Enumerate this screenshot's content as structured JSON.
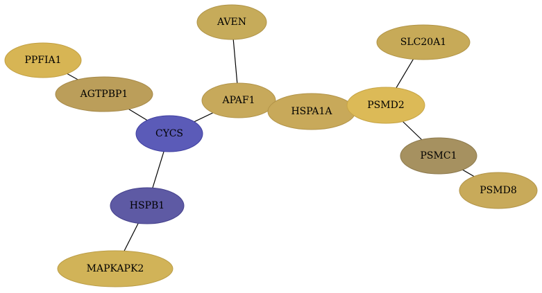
{
  "network": {
    "nodes": [
      {
        "id": "aven",
        "label": "AVEN",
        "color": "#c6ab5a",
        "stroke": "#b09448"
      },
      {
        "id": "ppfia1",
        "label": "PPFIA1",
        "color": "#d7b554",
        "stroke": "#c19f42"
      },
      {
        "id": "agtpbp1",
        "label": "AGTPBP1",
        "color": "#bb9e5a",
        "stroke": "#a58848"
      },
      {
        "id": "apaf1",
        "label": "APAF1",
        "color": "#c7a95b",
        "stroke": "#b19349"
      },
      {
        "id": "slc20a1",
        "label": "SLC20A1",
        "color": "#c7aa58",
        "stroke": "#b19446"
      },
      {
        "id": "hspa1a",
        "label": "HSPA1A",
        "color": "#c8a95a",
        "stroke": "#b29348"
      },
      {
        "id": "psmd2",
        "label": "PSMD2",
        "color": "#dcba57",
        "stroke": "#c6a445"
      },
      {
        "id": "cycs",
        "label": "CYCS",
        "color": "#5b5bb8",
        "stroke": "#3f3fa0"
      },
      {
        "id": "psmc1",
        "label": "PSMC1",
        "color": "#a69160",
        "stroke": "#8d7a4e"
      },
      {
        "id": "psmd8",
        "label": "PSMD8",
        "color": "#c8aa5a",
        "stroke": "#b29448"
      },
      {
        "id": "hspb1",
        "label": "HSPB1",
        "color": "#5e5aa4",
        "stroke": "#45418c"
      },
      {
        "id": "mapkapk2",
        "label": "MAPKAPK2",
        "color": "#d1b358",
        "stroke": "#bb9d46"
      }
    ],
    "edges": [
      {
        "source": "aven",
        "target": "apaf1"
      },
      {
        "source": "ppfia1",
        "target": "agtpbp1"
      },
      {
        "source": "agtpbp1",
        "target": "cycs"
      },
      {
        "source": "apaf1",
        "target": "cycs"
      },
      {
        "source": "cycs",
        "target": "hspb1"
      },
      {
        "source": "hspb1",
        "target": "mapkapk2"
      },
      {
        "source": "slc20a1",
        "target": "psmd2"
      },
      {
        "source": "psmd2",
        "target": "psmc1"
      },
      {
        "source": "psmc1",
        "target": "psmd8"
      }
    ]
  }
}
